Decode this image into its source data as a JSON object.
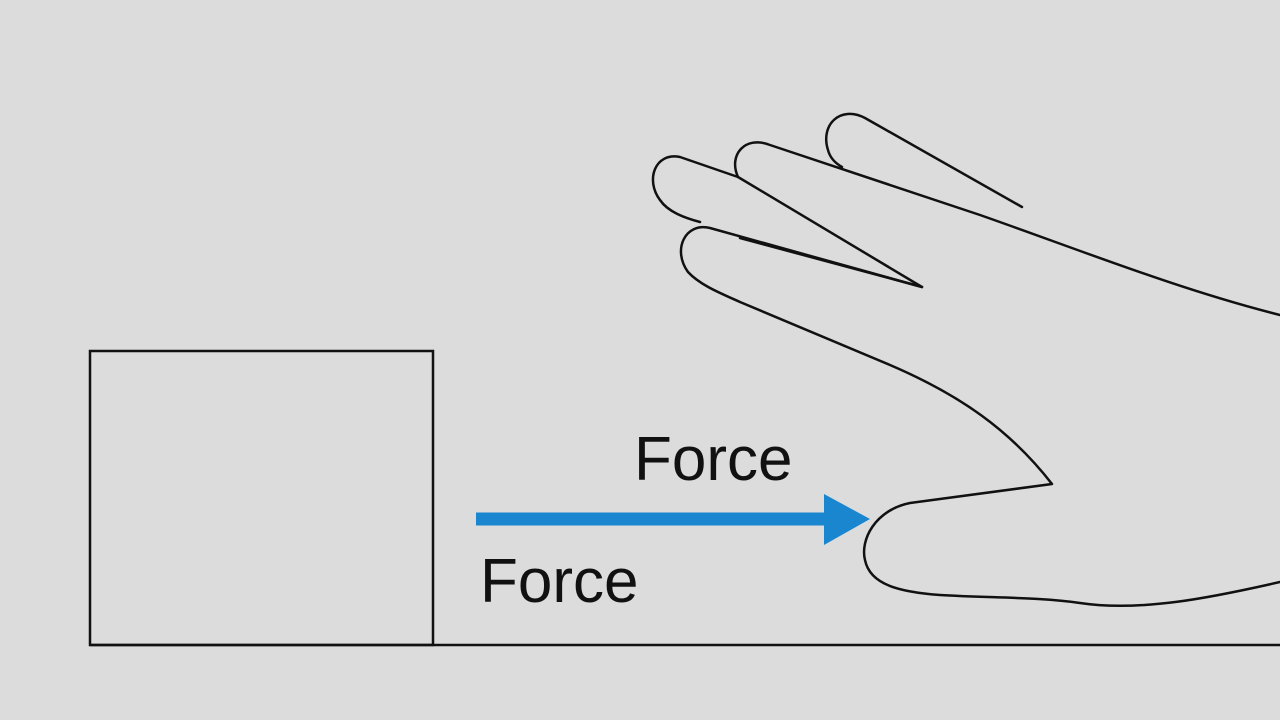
{
  "diagram": {
    "labels": {
      "force_upper": "Force",
      "force_lower": "Force"
    },
    "colors": {
      "background": "#dcdcdc",
      "line": "#111111",
      "arrow": "#1a86d0"
    },
    "elements": {
      "block": "box",
      "pusher": "hand",
      "surface": "ground-line",
      "force_vector": "arrow-pointing-right"
    }
  }
}
